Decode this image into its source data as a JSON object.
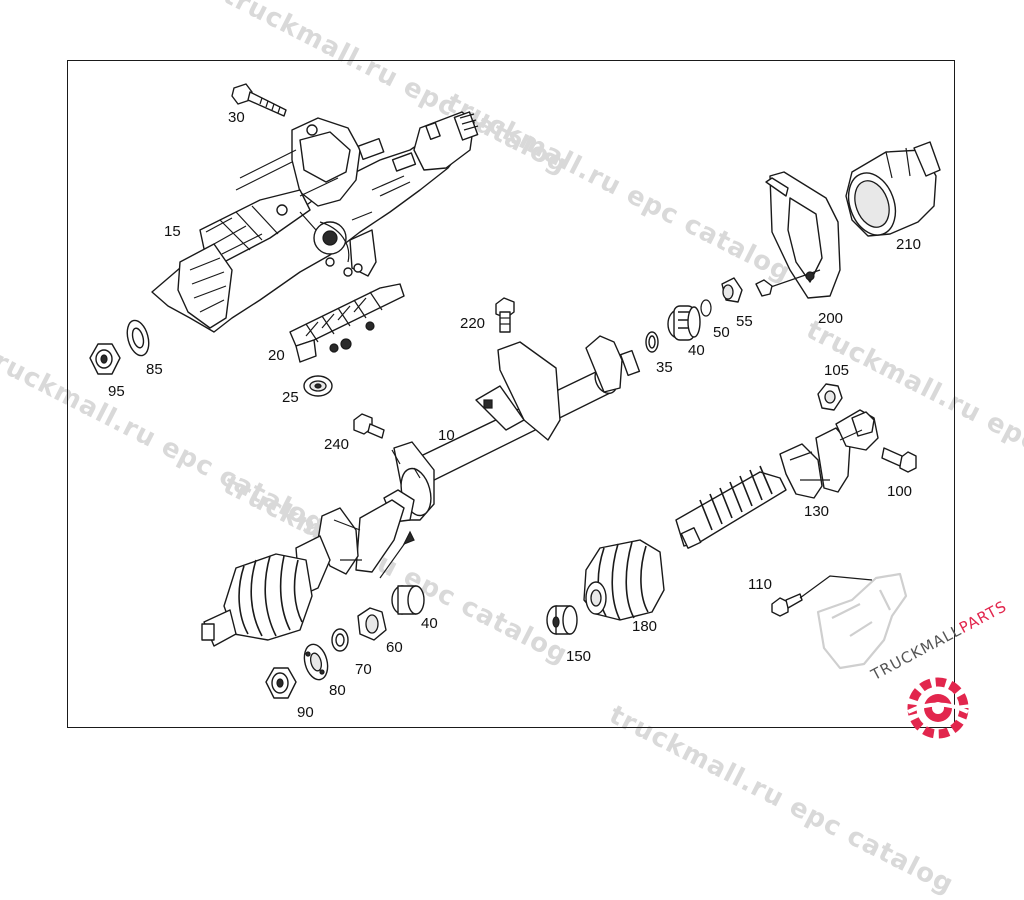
{
  "watermark": {
    "text": "truckmall.ru epc catalog"
  },
  "diagram": {
    "callouts": [
      {
        "id": "c30",
        "label": "30"
      },
      {
        "id": "c15",
        "label": "15"
      },
      {
        "id": "c20",
        "label": "20"
      },
      {
        "id": "c25",
        "label": "25"
      },
      {
        "id": "c95",
        "label": "95"
      },
      {
        "id": "c85",
        "label": "85"
      },
      {
        "id": "c220",
        "label": "220"
      },
      {
        "id": "c10",
        "label": "10"
      },
      {
        "id": "c240",
        "label": "240"
      },
      {
        "id": "c35",
        "label": "35"
      },
      {
        "id": "c40a",
        "label": "40"
      },
      {
        "id": "c50",
        "label": "50"
      },
      {
        "id": "c55",
        "label": "55"
      },
      {
        "id": "c200",
        "label": "200"
      },
      {
        "id": "c210",
        "label": "210"
      },
      {
        "id": "c105",
        "label": "105"
      },
      {
        "id": "c100",
        "label": "100"
      },
      {
        "id": "c130",
        "label": "130"
      },
      {
        "id": "c110",
        "label": "110"
      },
      {
        "id": "c180",
        "label": "180"
      },
      {
        "id": "c150",
        "label": "150"
      },
      {
        "id": "c40b",
        "label": "40"
      },
      {
        "id": "c60",
        "label": "60"
      },
      {
        "id": "c70",
        "label": "70"
      },
      {
        "id": "c80",
        "label": "80"
      },
      {
        "id": "c90",
        "label": "90"
      }
    ]
  },
  "logo": {
    "text_main": "TRUCKMALL",
    "text_accent": "PARTS",
    "accent_color": "#e2264d"
  }
}
